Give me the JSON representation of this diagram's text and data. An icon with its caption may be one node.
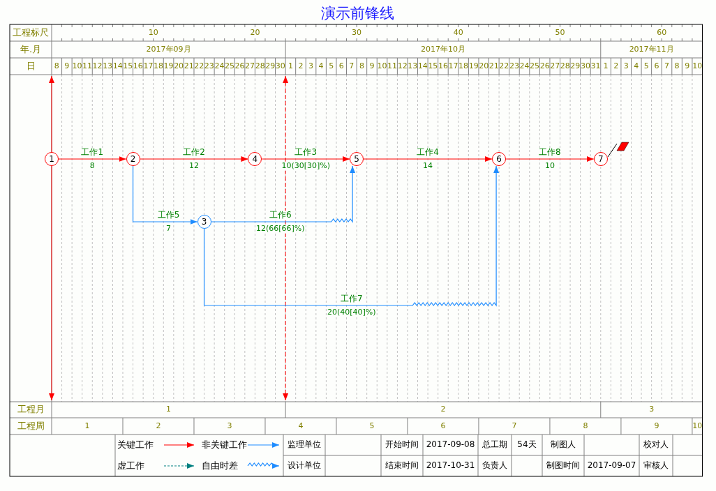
{
  "diagram": {
    "title": "演示前锋线",
    "nodes": [
      {
        "text": [
          "1"
        ]
      },
      {
        "text": [
          "2"
        ]
      },
      {
        "text": [
          "4"
        ]
      },
      {
        "text": [
          "5"
        ]
      },
      {
        "text": [
          "6"
        ]
      },
      {
        "text": [
          "7"
        ]
      },
      {
        "text": [
          "3"
        ]
      }
    ],
    "edges": [
      {
        "from": 0,
        "to": 1,
        "arrow": "to",
        "label": "工作1"
      },
      {
        "from": 1,
        "to": 2,
        "arrow": "to",
        "label": "工作2"
      },
      {
        "from": 2,
        "to": 3,
        "arrow": "to",
        "label": "工作3"
      },
      {
        "from": 3,
        "to": 4,
        "arrow": "to",
        "label": "工作4"
      },
      {
        "from": 4,
        "to": 5,
        "arrow": "to",
        "label": "工作8"
      },
      {
        "from": 1,
        "to": 6,
        "arrow": "to",
        "label": "工作5",
        "color": "#1e8cff"
      },
      {
        "from": 6,
        "to": 3,
        "arrow": "to",
        "label": "工作6",
        "color": "#1e8cff"
      },
      {
        "from": 6,
        "to": 4,
        "arrow": "to",
        "label": "工作7",
        "color": "#1e8cff"
      }
    ],
    "labels": [
      "工程标尺",
      "10",
      "20",
      "30",
      "40",
      "50",
      "60",
      "年.月",
      "2017年09月",
      "2017年10月",
      "2017年11月",
      "日",
      "8",
      "9",
      "10",
      "11",
      "12",
      "13",
      "14",
      "15",
      "16",
      "17",
      "18",
      "19",
      "20",
      "21",
      "22",
      "23",
      "24",
      "25",
      "26",
      "27",
      "28",
      "29",
      "30",
      "1",
      "2",
      "3",
      "4",
      "5",
      "6",
      "7",
      "8",
      "9",
      "10",
      "11",
      "12",
      "13",
      "14",
      "15",
      "16",
      "17",
      "18",
      "19",
      "20",
      "21",
      "22",
      "23",
      "24",
      "25",
      "26",
      "27",
      "28",
      "29",
      "30",
      "31",
      "1",
      "2",
      "3",
      "4",
      "5",
      "6",
      "7",
      "8",
      "9",
      "10",
      "8",
      "12",
      "10(30[30]%)",
      "14",
      "10",
      "7",
      "12(66[66]%)",
      "20(40[40]%)",
      "工程月",
      "1",
      "2",
      "3",
      "工程周",
      "1",
      "2",
      "3",
      "4",
      "5",
      "6",
      "7",
      "8",
      "9",
      "10",
      "监理单位",
      "开始时间",
      "2017-09-08",
      "总工期",
      "54天",
      "制图人",
      "校对人",
      "设计单位",
      "结束时间",
      "2017-10-31",
      "负责人",
      "制图时间",
      "2017-09-07",
      "审核人"
    ],
    "legend": [
      {
        "text": "关键工作"
      },
      {
        "text": "非关键工作"
      },
      {
        "text": "虚工作"
      },
      {
        "text": "自由时差"
      }
    ]
  }
}
